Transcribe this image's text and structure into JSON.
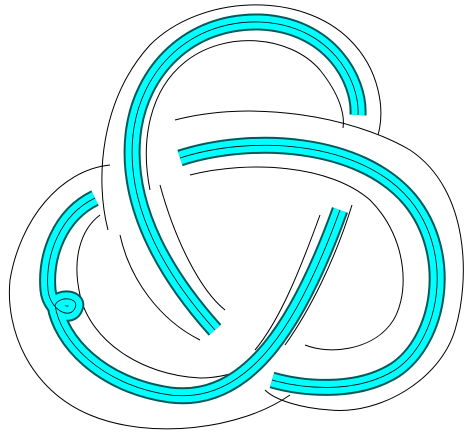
{
  "figure": {
    "subject": "trefoil-knot",
    "strands": [
      "strand-a",
      "strand-b",
      "strand-c"
    ],
    "colors": {
      "background": "#ffffff",
      "ribbon_fill": "#00ffff",
      "ribbon_shadow": "#007a7a",
      "outline": "#000000"
    }
  }
}
